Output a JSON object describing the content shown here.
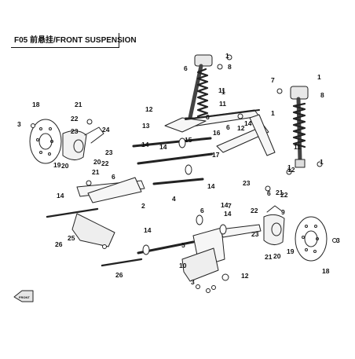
{
  "diagram": {
    "title": "F05 前悬挂/FRONT SUSPENSION",
    "callouts": [
      "1",
      "1",
      "1",
      "1",
      "1",
      "1",
      "2",
      "3",
      "3",
      "3",
      "4",
      "5",
      "6",
      "6",
      "6",
      "6",
      "6",
      "6",
      "7",
      "7",
      "8",
      "8",
      "9",
      "10",
      "11",
      "11",
      "11",
      "12",
      "12",
      "12",
      "12",
      "13",
      "14",
      "14",
      "14",
      "14",
      "14",
      "14",
      "14",
      "14",
      "15",
      "16",
      "17",
      "18",
      "18",
      "19",
      "19",
      "20",
      "20",
      "20",
      "21",
      "21",
      "21",
      "21",
      "22",
      "22",
      "22",
      "22",
      "23",
      "23",
      "23",
      "23",
      "24",
      "25",
      "26",
      "26"
    ],
    "front_arrow_label": "FRONT"
  }
}
